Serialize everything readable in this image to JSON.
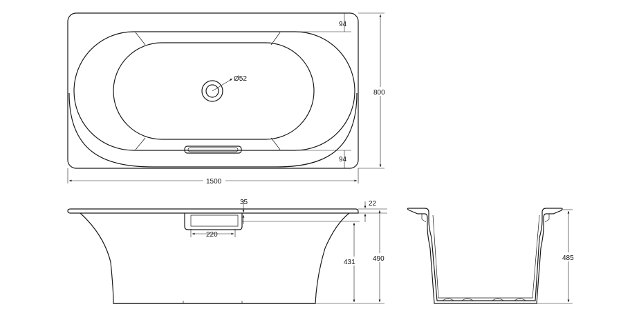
{
  "top_view": {
    "width_label": "1500",
    "height_label": "800",
    "rim_top_label": "94",
    "rim_bottom_label": "94",
    "drain_label": "Ø52"
  },
  "side_view": {
    "overflow_height_label": "35",
    "overflow_width_label": "220",
    "rim_label": "22",
    "inner_height_label": "431",
    "total_height_label": "490"
  },
  "end_view": {
    "height_label": "485"
  }
}
